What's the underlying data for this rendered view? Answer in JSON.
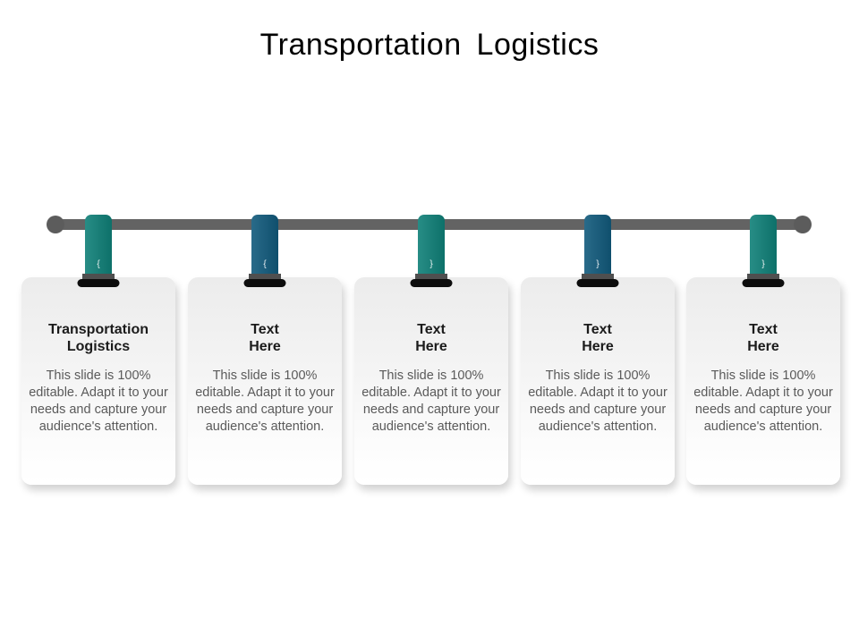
{
  "title": "Transportation Logistics",
  "colors": {
    "timeline_bar": "#636363",
    "teal_ribbon": "#0f8078",
    "dark_blue_ribbon": "#115a7c",
    "clip_black": "#0d0d0d",
    "clip_gray": "#4f4f4f",
    "heading_text": "#1b1b1b",
    "body_text": "#5a5a5a",
    "card_background_top": "#ececec",
    "card_background_bottom": "#ffffff"
  },
  "cards": [
    {
      "heading_line1": "Transportation",
      "heading_line2": "Logistics",
      "body": "This slide is 100% editable. Adapt it to your needs and capture your audience's attention.",
      "ribbon_color": "#0f8078",
      "ribbon_glyph": "{"
    },
    {
      "heading_line1": "Text",
      "heading_line2": "Here",
      "body": "This slide is 100% editable. Adapt it to your needs and capture your audience's attention.",
      "ribbon_color": "#115a7c",
      "ribbon_glyph": "{"
    },
    {
      "heading_line1": "Text",
      "heading_line2": "Here",
      "body": "This slide is 100% editable. Adapt it to your needs and capture your audience's attention.",
      "ribbon_color": "#0f8078",
      "ribbon_glyph": "}"
    },
    {
      "heading_line1": "Text",
      "heading_line2": "Here",
      "body": "This slide is 100% editable. Adapt it to your needs and capture your audience's attention.",
      "ribbon_color": "#115a7c",
      "ribbon_glyph": "}"
    },
    {
      "heading_line1": "Text",
      "heading_line2": "Here",
      "body": "This slide is 100% editable. Adapt it to your needs and capture your audience's attention.",
      "ribbon_color": "#0f8078",
      "ribbon_glyph": "}"
    }
  ]
}
